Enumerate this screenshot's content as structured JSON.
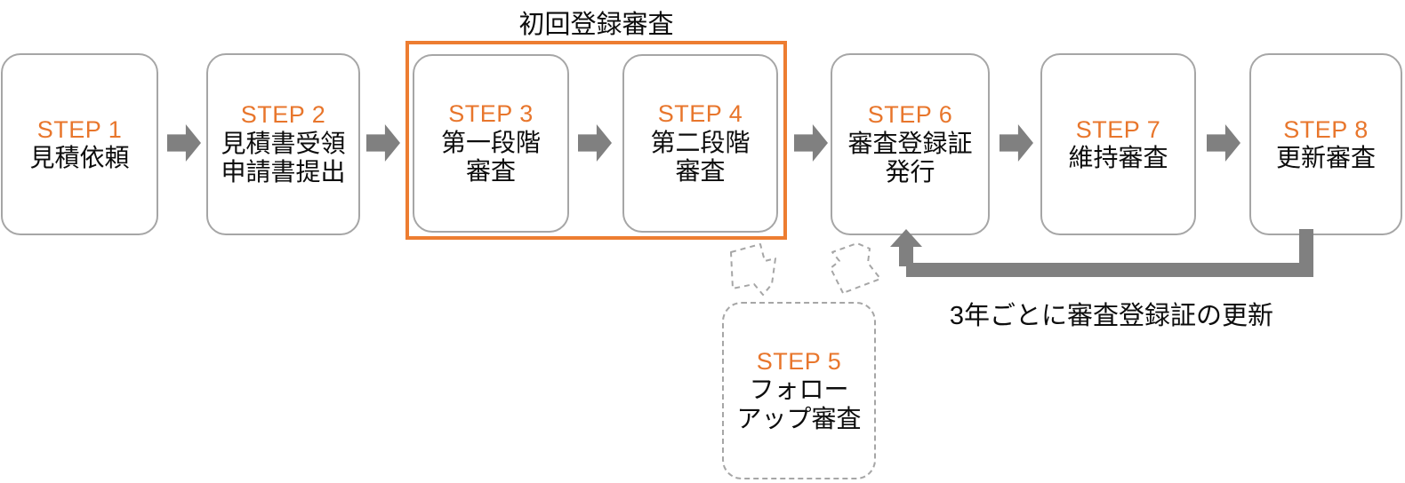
{
  "diagram": {
    "group": {
      "caption": "初回登録審査",
      "frame_color": "#ed7d31"
    },
    "loop": {
      "caption": "3年ごとに審査登録証の更新",
      "color": "#808080"
    },
    "colors": {
      "accent_orange": "#e8762c",
      "frame_orange": "#ed7d31",
      "box_border_gray": "#a6a6a6",
      "arrow_gray": "#808080",
      "text_black": "#0d0d0d",
      "background": "#ffffff"
    },
    "steps": [
      {
        "id": "step-1",
        "label": "STEP 1",
        "lines": [
          "見積依頼"
        ],
        "style": "solid"
      },
      {
        "id": "step-2",
        "label": "STEP 2",
        "lines": [
          "見積書受領",
          "申請書提出"
        ],
        "style": "solid"
      },
      {
        "id": "step-3",
        "label": "STEP 3",
        "lines": [
          "第一段階",
          "審査"
        ],
        "style": "solid"
      },
      {
        "id": "step-4",
        "label": "STEP 4",
        "lines": [
          "第二段階",
          "審査"
        ],
        "style": "solid"
      },
      {
        "id": "step-5",
        "label": "STEP 5",
        "lines": [
          "フォロー",
          "アップ審査"
        ],
        "style": "dashed"
      },
      {
        "id": "step-6",
        "label": "STEP 6",
        "lines": [
          "審査登録証",
          "発行"
        ],
        "style": "solid"
      },
      {
        "id": "step-7",
        "label": "STEP 7",
        "lines": [
          "維持審査"
        ],
        "style": "solid"
      },
      {
        "id": "step-8",
        "label": "STEP 8",
        "lines": [
          "更新審査"
        ],
        "style": "solid"
      }
    ],
    "connectors": [
      {
        "id": "arrow-1-2",
        "icon": "arrow-right-icon"
      },
      {
        "id": "arrow-2-3",
        "icon": "arrow-right-icon"
      },
      {
        "id": "arrow-3-4",
        "icon": "arrow-right-icon"
      },
      {
        "id": "arrow-4-6",
        "icon": "arrow-right-icon"
      },
      {
        "id": "arrow-6-7",
        "icon": "arrow-right-icon"
      },
      {
        "id": "arrow-7-8",
        "icon": "arrow-right-icon"
      },
      {
        "id": "arrow-to-step5",
        "icon": "dashed-arrow-down-right-icon"
      },
      {
        "id": "arrow-from-step5",
        "icon": "dashed-arrow-up-right-icon"
      },
      {
        "id": "arrow-loop-renewal",
        "icon": "loop-arrow-up-icon"
      }
    ]
  }
}
